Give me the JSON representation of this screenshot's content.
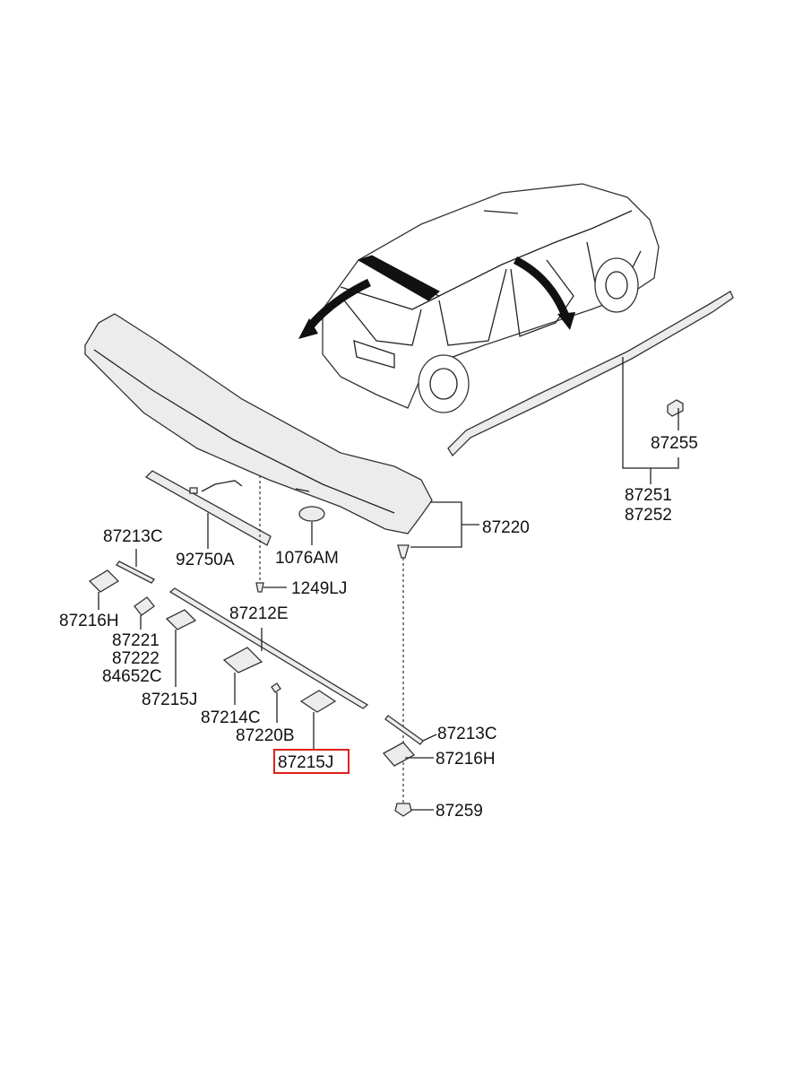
{
  "labels": {
    "p87255": "87255",
    "p87251": "87251",
    "p87252": "87252",
    "p87220": "87220",
    "p87213c_top": "87213C",
    "p92750a": "92750A",
    "p1076am": "1076AM",
    "p1249lj": "1249LJ",
    "p87212e": "87212E",
    "p87216h_left": "87216H",
    "p87221": "87221",
    "p87222": "87222",
    "p84652c": "84652C",
    "p87215j_left": "87215J",
    "p87214c": "87214C",
    "p87220b": "87220B",
    "p87215j_highlight": "87215J",
    "p87213c_right": "87213C",
    "p87216h_right": "87216H",
    "p87259": "87259"
  },
  "highlight_color": "#e0201b"
}
